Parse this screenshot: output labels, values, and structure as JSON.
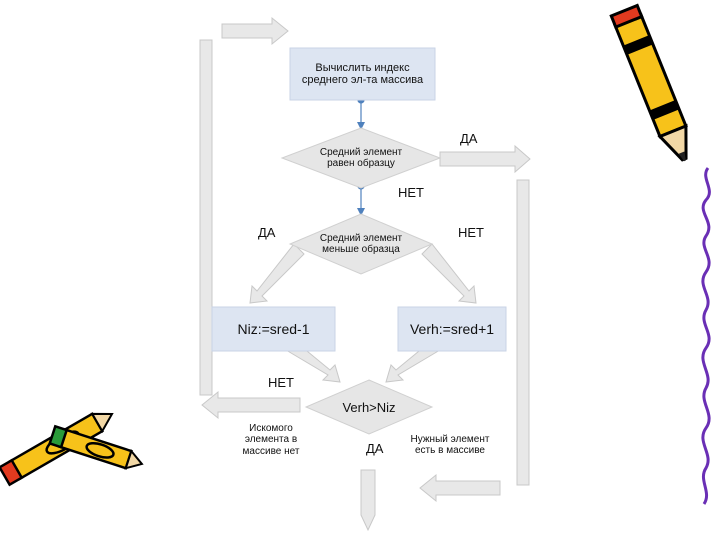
{
  "flowchart": {
    "box_compute": {
      "line1": "Вычислить индекс",
      "line2": "среднего эл-та массива"
    },
    "decision_equal": {
      "line1": "Средний элемент",
      "line2": "равен образцу"
    },
    "decision_less": {
      "line1": "Средний элемент",
      "line2": "меньше образца"
    },
    "decision_compare": {
      "text": "Verh>Niz"
    },
    "box_niz": {
      "text": "Niz:=sred-1"
    },
    "box_verh": {
      "text": "Verh:=sred+1"
    },
    "labels": {
      "yes_top": "ДА",
      "no_middle": "НЕТ",
      "yes_left": "ДА",
      "no_right": "НЕТ",
      "no_bottom": "НЕТ",
      "yes_bottom": "ДА"
    },
    "result_not_found": {
      "line1": "Искомого",
      "line2": "элемента в",
      "line3": "массиве нет"
    },
    "result_found": {
      "line1": "Нужный элемент",
      "line2": "есть в массиве"
    }
  },
  "colors": {
    "box_fill": "#dde5f2",
    "diamond_fill": "#e6e6e6",
    "arrow_fill": "#e8e8e8",
    "arrow_stroke": "#c8c8c8",
    "connector_blue": "#4f81bd"
  },
  "decorations": [
    "pencil-icon",
    "crayon-icon",
    "squiggle-border"
  ]
}
